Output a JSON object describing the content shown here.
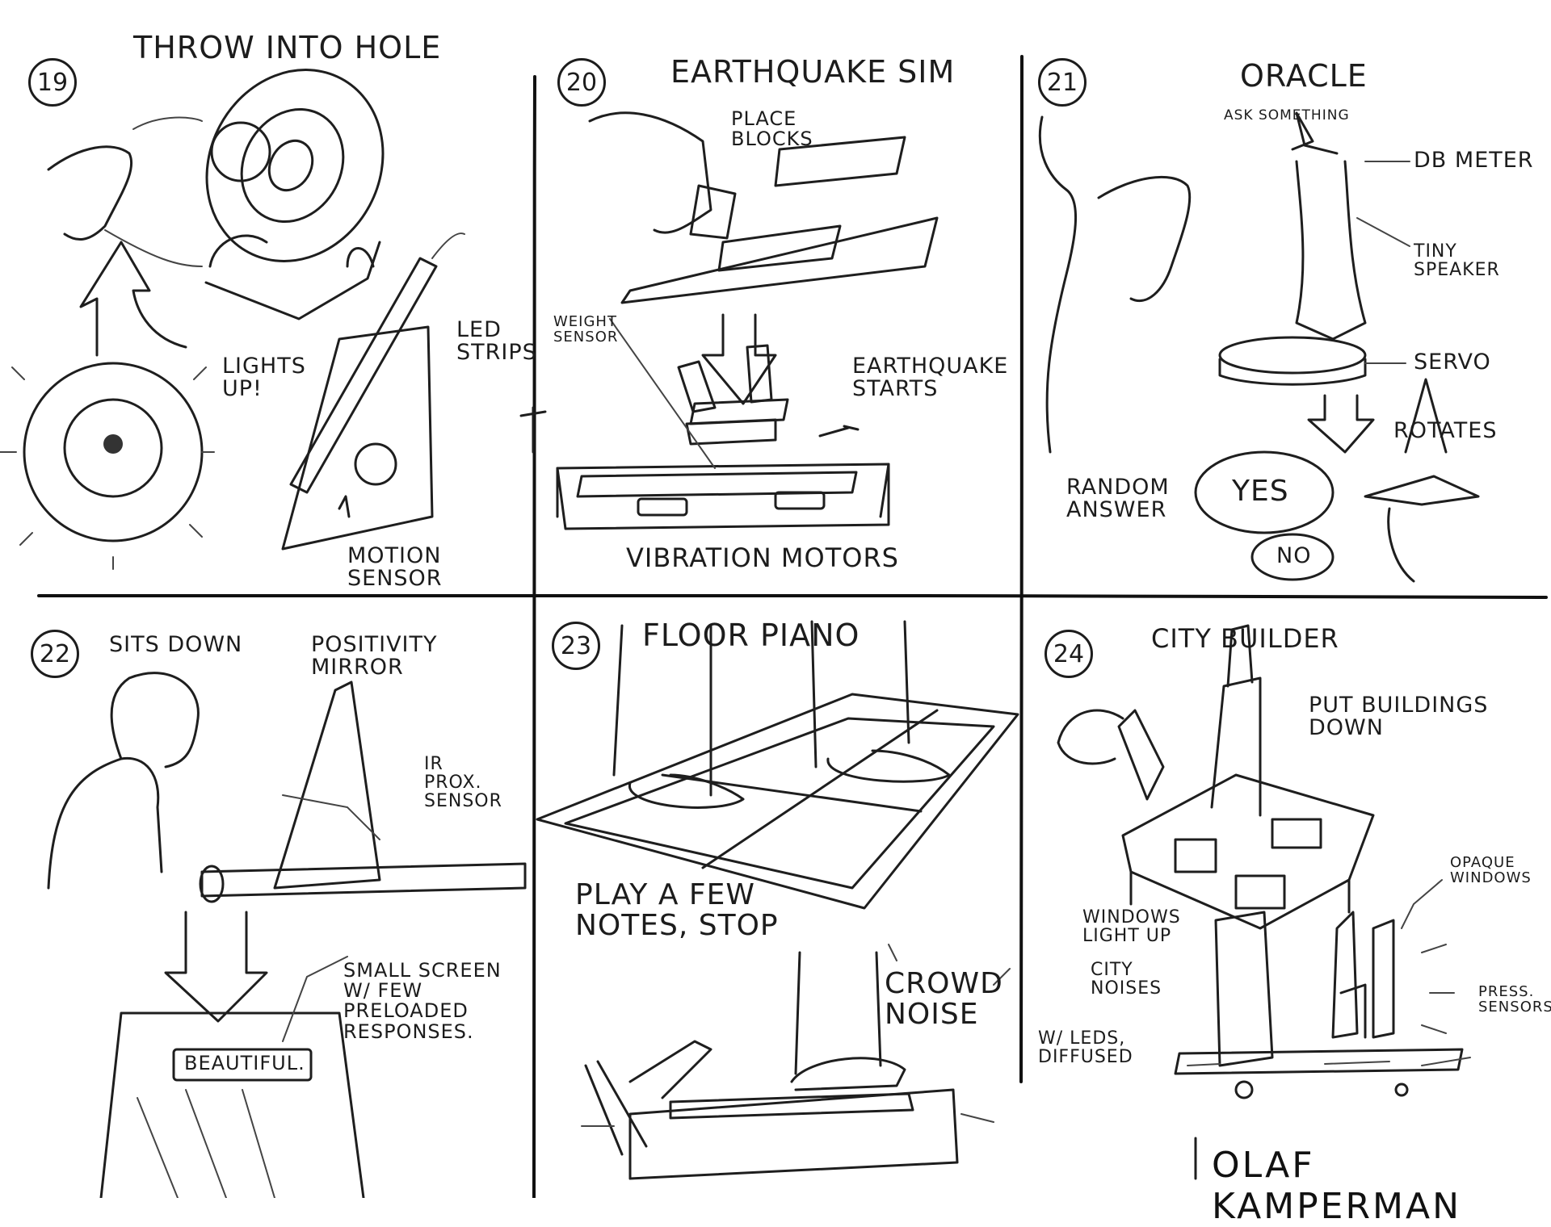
{
  "panels": [
    {
      "number": "19",
      "title": "THROW INTO HOLE",
      "labels": {
        "lights_up": "LIGHTS\nUP!",
        "led_strips": "LED\nSTRIPS",
        "motion_sensor": "MOTION\nSENSOR"
      }
    },
    {
      "number": "20",
      "title": "EARTHQUAKE SIM",
      "labels": {
        "place_blocks": "PLACE\nBLOCKS",
        "weight_sensor": "WEIGHT\nSENSOR",
        "earthquake_starts": "EARTHQUAKE\nSTARTS",
        "vibration_motors": "VIBRATION MOTORS"
      }
    },
    {
      "number": "21",
      "title": "ORACLE",
      "labels": {
        "ask_something": "ASK SOMETHING",
        "db_meter": "DB METER",
        "tiny_speaker": "TINY\nSPEAKER",
        "servo": "SERVO",
        "rotates": "ROTATES",
        "random_answer": "RANDOM\nANSWER",
        "yes": "YES",
        "no": "NO"
      }
    },
    {
      "number": "22",
      "title": "SITS DOWN",
      "labels": {
        "positivity_mirror": "POSITIVITY\nMIRROR",
        "ir_prox_sensor": "IR\nPROX.\nSENSOR",
        "small_screen": "SMALL SCREEN\nW/ FEW\nPRELOADED\nRESPONSES.",
        "beautiful": "BEAUTIFUL."
      }
    },
    {
      "number": "23",
      "title": "FLOOR PIANO",
      "labels": {
        "play_a_few_notes": "PLAY A FEW\nNOTES, STOP",
        "crowd_noise": "CROWD\nNOISE"
      }
    },
    {
      "number": "24",
      "title": "CITY BUILDER",
      "labels": {
        "put_buildings_down": "PUT BUILDINGS\nDOWN",
        "opaque_windows": "OPAQUE\nWINDOWS",
        "windows_light_up": "WINDOWS\nLIGHT UP",
        "city_noises": "CITY\nNOISES",
        "leds_diffused": "W/ LEDS,\nDIFFUSED",
        "press_sensors": "PRESS.\nSENSORS"
      }
    }
  ],
  "signature": "OLAF KAMPERMAN"
}
